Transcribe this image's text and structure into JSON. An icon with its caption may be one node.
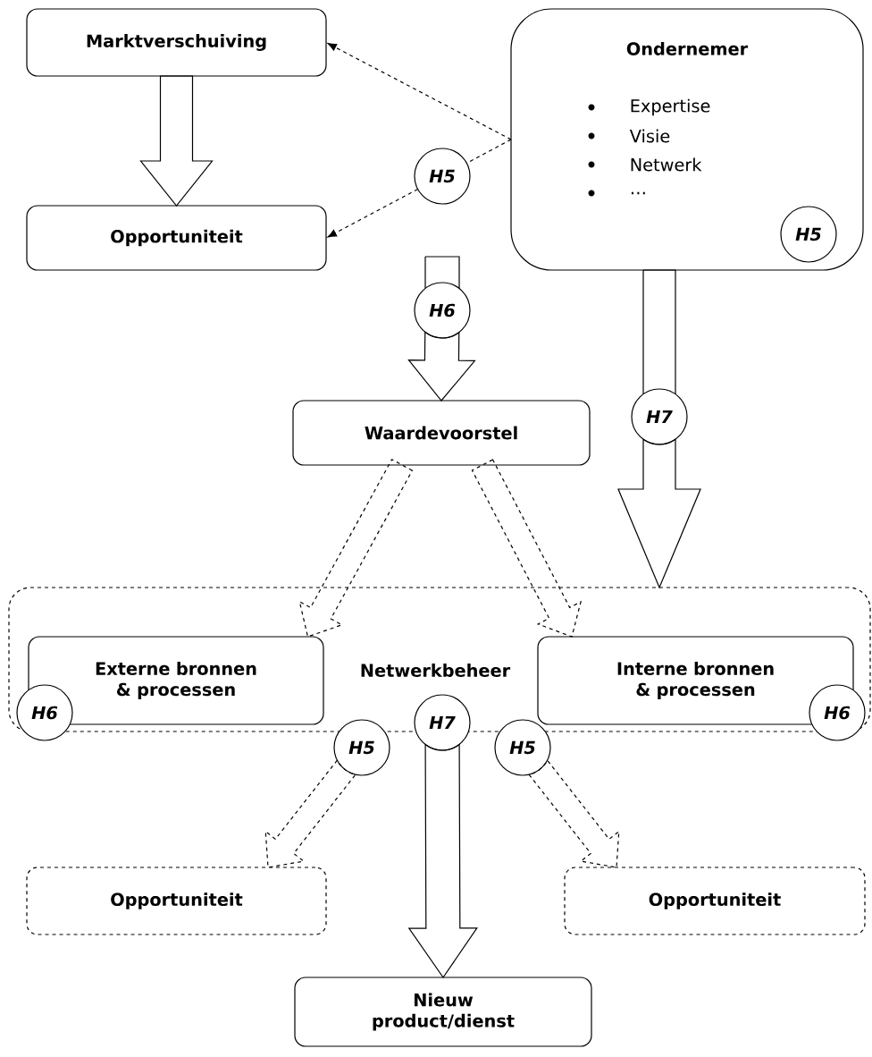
{
  "diagram": {
    "nodes": [
      {
        "text": [
          "Marktverschuiving"
        ]
      },
      {
        "text": [
          "Ondernemer",
          "Expertise",
          "Visie",
          "Netwerk",
          "…"
        ]
      },
      {
        "text": [
          "H5"
        ],
        "in": 1
      },
      {
        "text": [
          "Opportuniteit"
        ]
      },
      {
        "text": [
          "H5"
        ]
      },
      {
        "text": [
          "H6"
        ]
      },
      {
        "text": [
          "Waardevoorstel"
        ]
      },
      {
        "text": [
          "H7"
        ]
      },
      {
        "text": [
          "Netwerkbeheer"
        ]
      },
      {
        "text": [
          "Externe bronnen & processen"
        ],
        "in": 8
      },
      {
        "text": [
          "H6"
        ]
      },
      {
        "text": [
          "Interne bronnen & processen"
        ],
        "in": 8
      },
      {
        "text": [
          "H6"
        ]
      },
      {
        "text": [
          "H7"
        ]
      },
      {
        "text": [
          "H5"
        ]
      },
      {
        "text": [
          "H5"
        ]
      },
      {
        "text": [
          "Opportuniteit"
        ]
      },
      {
        "text": [
          "Opportuniteit"
        ]
      },
      {
        "text": [
          "Nieuw product/dienst"
        ]
      }
    ],
    "edges": [
      {
        "from": 0,
        "to": 3,
        "arrow": "to"
      },
      {
        "from": 1,
        "to": 0,
        "arrow": "to",
        "style": "dashed"
      },
      {
        "from": 1,
        "to": 4,
        "arrow": "none",
        "style": "dashed"
      },
      {
        "from": 4,
        "to": 3,
        "arrow": "to",
        "style": "dashed"
      },
      {
        "from": null,
        "to": 5,
        "arrow": "none"
      },
      {
        "from": 5,
        "to": 6,
        "arrow": "to"
      },
      {
        "from": 1,
        "to": 7,
        "arrow": "none"
      },
      {
        "from": 7,
        "to": 8,
        "arrow": "to"
      },
      {
        "from": 6,
        "to": 9,
        "arrow": "to",
        "style": "dashed"
      },
      {
        "from": 6,
        "to": 11,
        "arrow": "to",
        "style": "dashed"
      },
      {
        "from": 14,
        "to": 16,
        "arrow": "to",
        "style": "dashed"
      },
      {
        "from": 15,
        "to": 17,
        "arrow": "to",
        "style": "dashed"
      },
      {
        "from": 13,
        "to": 18,
        "arrow": "to"
      }
    ]
  }
}
